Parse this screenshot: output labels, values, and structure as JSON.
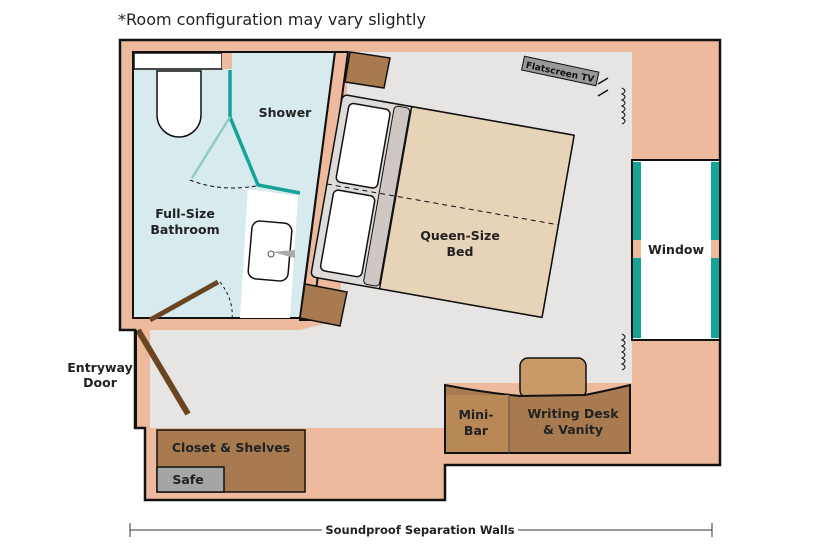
{
  "note": "*Room configuration may vary slightly",
  "labels": {
    "shower": "Shower",
    "bathroom_1": "Full-Size",
    "bathroom_2": "Bathroom",
    "bed_1": "Queen-Size",
    "bed_2": "Bed",
    "tv": "Flatscreen TV",
    "window": "Window",
    "entry_1": "Entryway",
    "entry_2": "Door",
    "closet": "Closet & Shelves",
    "safe": "Safe",
    "minibar_1": "Mini-",
    "minibar_2": "Bar",
    "desk_1": "Writing Desk",
    "desk_2": "& Vanity",
    "walls": "Soundproof Separation Walls"
  },
  "colors": {
    "wall": "#EEBA9E",
    "floor": "#E6E5E3",
    "bath": "#D7EBEE",
    "teal": "#15A398",
    "wood": "#A87A50",
    "bed": "#E6D3B8"
  }
}
